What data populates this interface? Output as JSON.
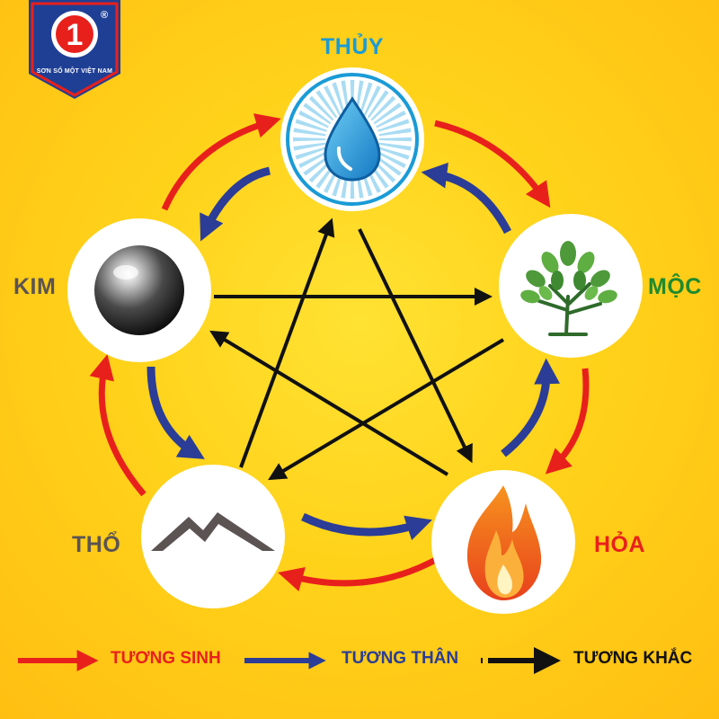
{
  "logo": {
    "numeral": "1",
    "mark": "®",
    "brand": "SƠN SỐ MỘT VIỆT NAM"
  },
  "elements": {
    "thuy": {
      "label": "THỦY",
      "color": "#1a9bd6",
      "icon": "water-drop-icon"
    },
    "moc": {
      "label": "MỘC",
      "color": "#1f8a2e",
      "icon": "tree-icon"
    },
    "hoa": {
      "label": "HỎA",
      "color": "#e8201c",
      "icon": "flame-icon"
    },
    "tho": {
      "label": "THỔ",
      "color": "#5b5452",
      "icon": "mountain-icon"
    },
    "kim": {
      "label": "KIM",
      "color": "#5b5452",
      "icon": "metal-ball-icon"
    }
  },
  "legend": {
    "sinh": {
      "label": "TƯƠNG SINH",
      "color": "#e8201c"
    },
    "than": {
      "label": "TƯƠNG THÂN",
      "color": "#2b3d96"
    },
    "khac": {
      "label": "TƯƠNG KHẮC",
      "color": "#111111"
    }
  }
}
